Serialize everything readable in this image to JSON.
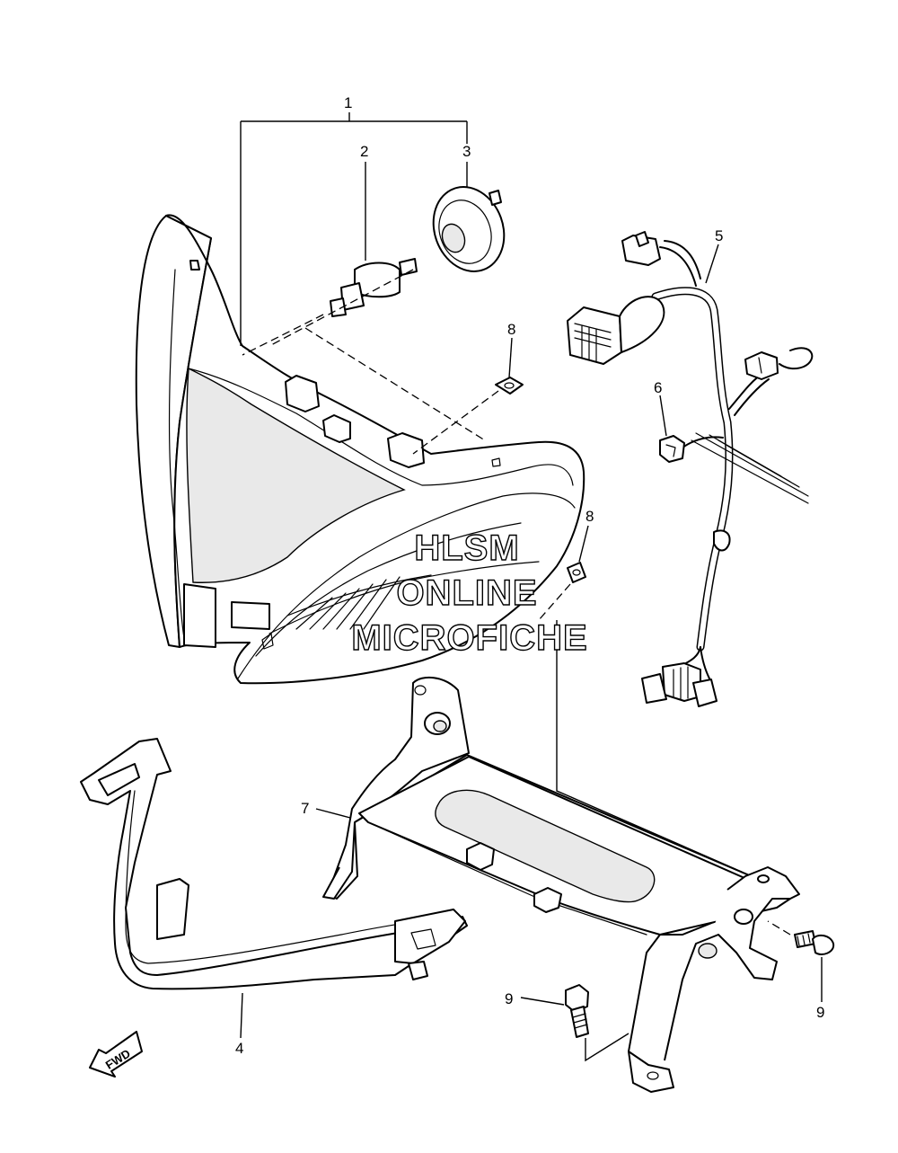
{
  "diagram": {
    "callouts": [
      {
        "id": "c1",
        "label": "1"
      },
      {
        "id": "c2",
        "label": "2"
      },
      {
        "id": "c3",
        "label": "3"
      },
      {
        "id": "c4",
        "label": "4"
      },
      {
        "id": "c5",
        "label": "5"
      },
      {
        "id": "c6",
        "label": "6"
      },
      {
        "id": "c7",
        "label": "7"
      },
      {
        "id": "c8a",
        "label": "8"
      },
      {
        "id": "c8b",
        "label": "8"
      },
      {
        "id": "c9a",
        "label": "9"
      },
      {
        "id": "c9b",
        "label": "9"
      }
    ],
    "watermark": {
      "line1": "HLSM",
      "line2": "ONLINE",
      "line3": "MICROFICHE"
    },
    "direction_arrow": {
      "label": "FWD"
    }
  }
}
